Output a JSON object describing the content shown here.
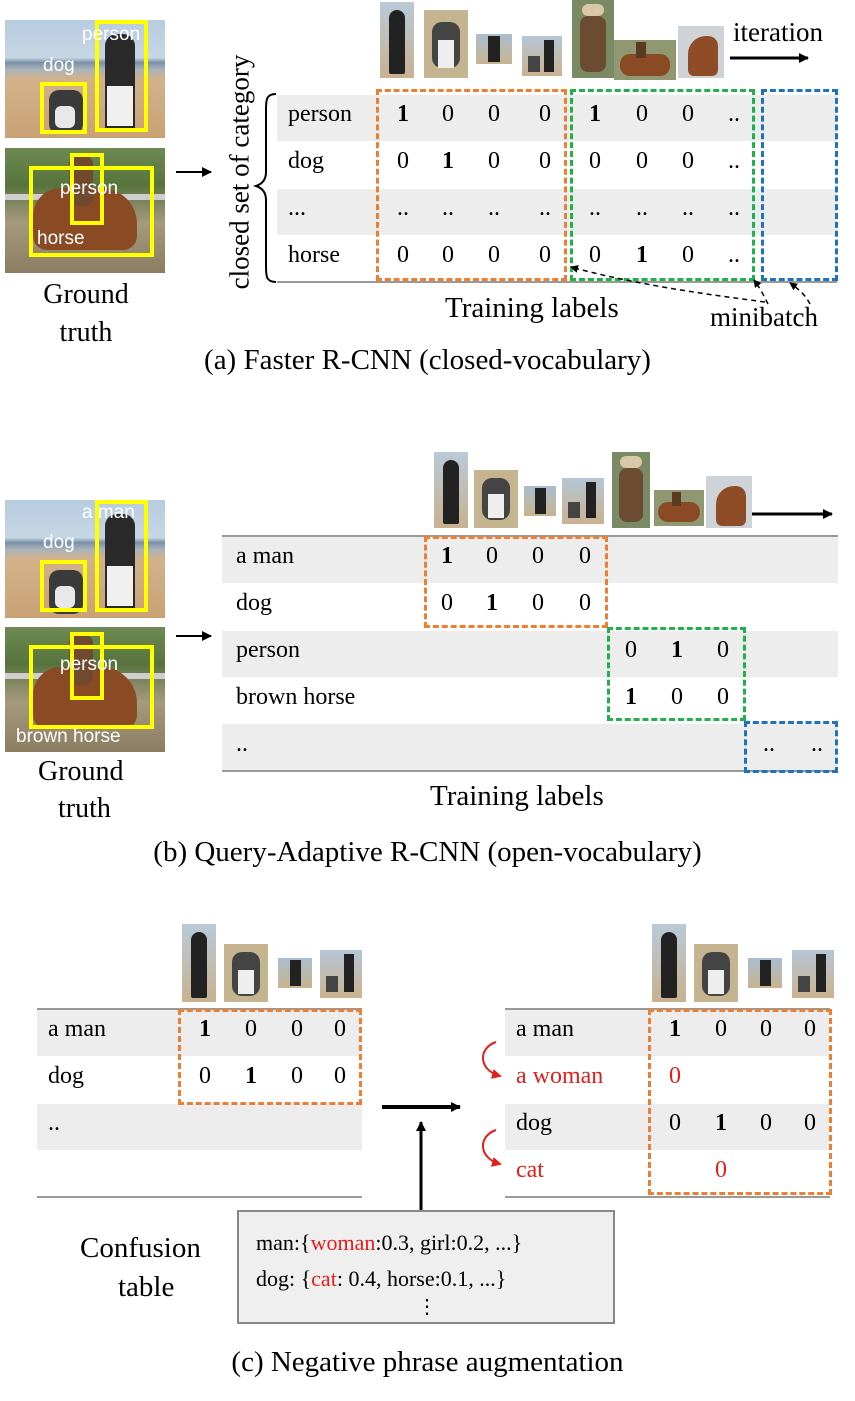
{
  "panel_a": {
    "labels": [
      "person",
      "dog",
      "horse",
      "person"
    ],
    "ground_truth": "Ground\ntruth",
    "vertical_label": "closed set of category",
    "iteration": "iteration",
    "rows": [
      {
        "label": "person",
        "cells": [
          "1",
          "0",
          "0",
          "0",
          "1",
          "0",
          "0",
          ".."
        ],
        "bold": [
          0,
          4
        ]
      },
      {
        "label": "dog",
        "cells": [
          "0",
          "1",
          "0",
          "0",
          "0",
          "0",
          "0",
          ".."
        ],
        "bold": [
          1
        ]
      },
      {
        "label": "...",
        "cells": [
          "..",
          "..",
          "..",
          "..",
          "..",
          "..",
          "..",
          ".."
        ],
        "bold": []
      },
      {
        "label": "horse",
        "cells": [
          "0",
          "0",
          "0",
          "0",
          "0",
          "1",
          "0",
          ".."
        ],
        "bold": [
          5
        ]
      }
    ],
    "training_labels": "Training labels",
    "minibatch": "minibatch",
    "caption": "(a) Faster R-CNN (closed-vocabulary)"
  },
  "panel_b": {
    "labels": [
      "a man",
      "dog",
      "person",
      "brown horse"
    ],
    "ground_truth_1": "Ground",
    "ground_truth_2": "truth",
    "rows": [
      {
        "label": "a man",
        "cells": [
          "1",
          "0",
          "0",
          "0"
        ],
        "bold": [
          0
        ]
      },
      {
        "label": "dog",
        "cells": [
          "0",
          "1",
          "0",
          "0"
        ],
        "bold": [
          1
        ]
      },
      {
        "label": "person",
        "cells": [
          "0",
          "1",
          "0"
        ],
        "bold": [
          1
        ]
      },
      {
        "label": "brown horse",
        "cells": [
          "1",
          "0",
          "0"
        ],
        "bold": [
          0
        ]
      },
      {
        "label": "..",
        "cells": [
          "..",
          ".."
        ],
        "bold": []
      }
    ],
    "training_labels": "Training labels",
    "caption": "(b) Query-Adaptive R-CNN (open-vocabulary)"
  },
  "panel_c": {
    "left_rows": [
      {
        "label": "a man",
        "cells": [
          "1",
          "0",
          "0",
          "0"
        ],
        "bold": [
          0
        ]
      },
      {
        "label": "dog",
        "cells": [
          "0",
          "1",
          "0",
          "0"
        ],
        "bold": [
          1
        ]
      },
      {
        "label": "..",
        "cells": [],
        "bold": []
      }
    ],
    "right_rows": [
      {
        "label": "a man",
        "cells": [
          "1",
          "0",
          "0",
          "0"
        ],
        "bold": [
          0
        ]
      },
      {
        "label": "a woman",
        "cells": [
          "0"
        ],
        "bold": []
      },
      {
        "label": "dog",
        "cells": [
          "0",
          "1",
          "0",
          "0"
        ],
        "bold": [
          1
        ]
      },
      {
        "label": "cat",
        "cells": [
          "",
          "0"
        ],
        "bold": []
      }
    ],
    "confusion_1": "Confusion",
    "confusion_2": "table",
    "conf_line1_a": "man:{",
    "conf_line1_red": "woman",
    "conf_line1_b": ":0.3, girl:0.2, ...}",
    "conf_line2_a": "dog: {",
    "conf_line2_red": "cat",
    "conf_line2_b": ": 0.4, horse:0.1, ...}",
    "conf_dots": "⋮",
    "caption": "(c) Negative phrase augmentation"
  },
  "colors": {
    "orange": "#ee7e32",
    "green": "#20b14a",
    "blue": "#1f73bd",
    "yellow": "#ffff00",
    "red": "#e0201b",
    "band": "#ededed"
  }
}
